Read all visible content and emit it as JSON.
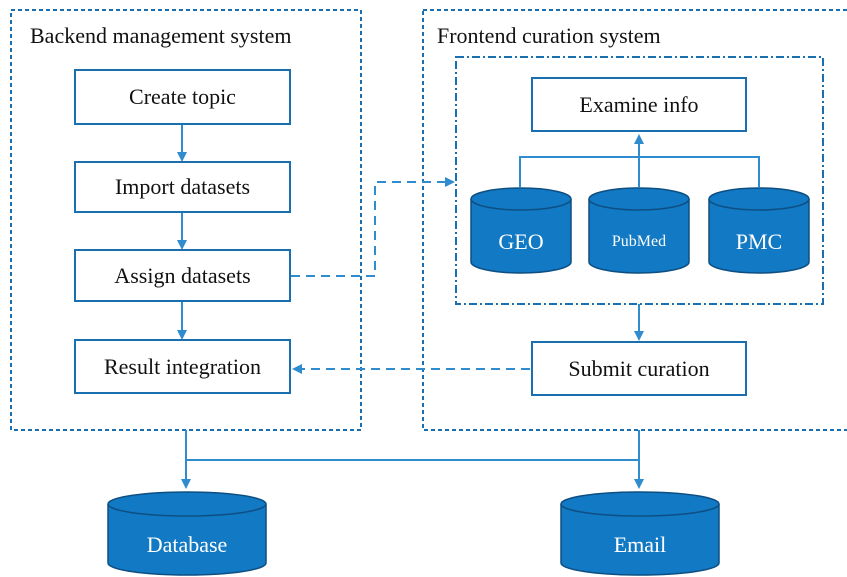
{
  "backend": {
    "title": "Backend management  system",
    "steps": {
      "create_topic": "Create topic",
      "import_datasets": "Import datasets",
      "assign_datasets": "Assign datasets",
      "result_integration": "Result integration"
    }
  },
  "frontend": {
    "title": "Frontend curation  system",
    "examine_info": "Examine  info",
    "sources": {
      "geo": "GEO",
      "pubmed": "PubMed",
      "pmc": "PMC"
    },
    "submit_curation": "Submit curation"
  },
  "storage": {
    "database": "Database",
    "email": "Email"
  },
  "colors": {
    "accent": "#1a6fb0",
    "line": "#2f8ccf",
    "cylinder_fill": "#1279c4",
    "cylinder_stroke": "#0d4f82"
  }
}
